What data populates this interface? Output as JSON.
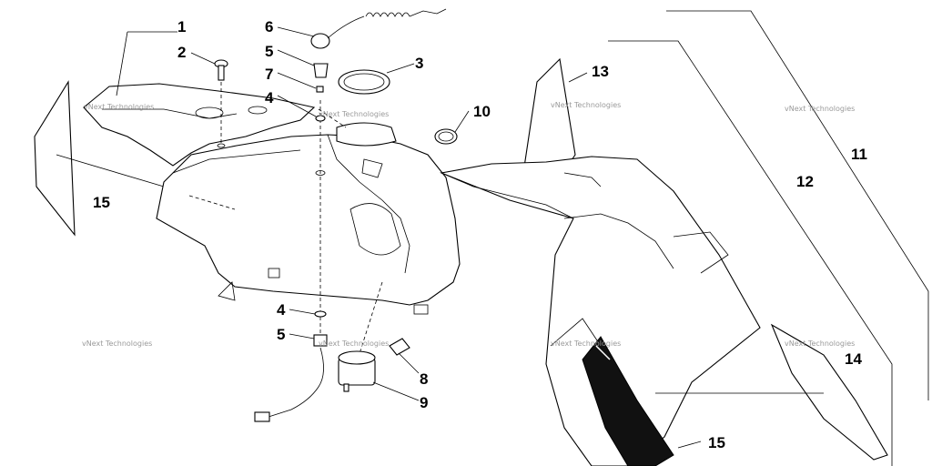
{
  "callouts": [
    "1",
    "2",
    "3",
    "4",
    "4",
    "5",
    "5",
    "6",
    "7",
    "8",
    "9",
    "10",
    "11",
    "12",
    "13",
    "14",
    "15",
    "15"
  ],
  "watermark": "vNext Technologies",
  "colors": {
    "line": "#000000",
    "background": "#ffffff",
    "watermark": "#9a9a9a"
  }
}
